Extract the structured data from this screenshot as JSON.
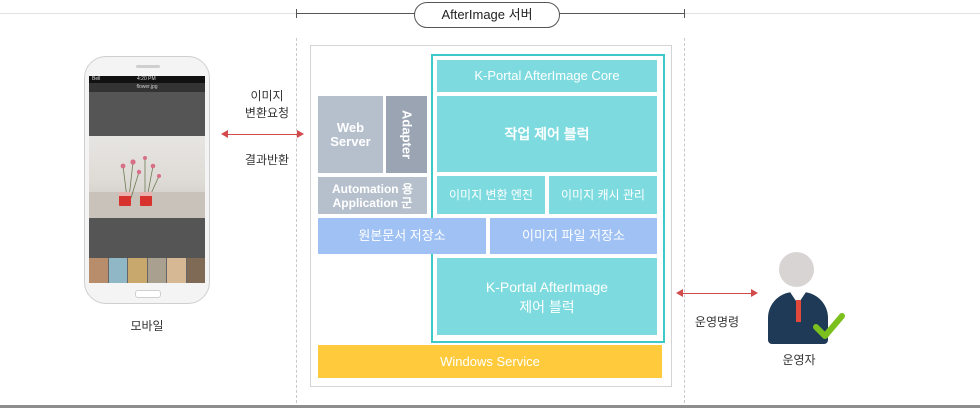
{
  "title": "AfterImage 서버",
  "mobile": {
    "label": "모바일",
    "status_left": "Bell",
    "status_time": "4:20 PM",
    "file_name": "flower.jpg"
  },
  "request_label_1": "이미지",
  "request_label_2": "변환요청",
  "response_label": "결과반환",
  "server": {
    "web_server_1": "Web",
    "web_server_2": "Server",
    "adapter": "Adapter",
    "automation_1": "Automation 용",
    "automation_2": "Application 군",
    "core_title": "K-Portal AfterImage Core",
    "job_control": "작업 제어 블럭",
    "image_engine": "이미지 변환 엔진",
    "image_cache": "이미지 캐시 관리",
    "source_storage": "원본문서 저장소",
    "image_storage": "이미지 파일 저장소",
    "control_block_1": "K-Portal AfterImage",
    "control_block_2": "제어 블럭",
    "windows_service": "Windows Service"
  },
  "operator": {
    "command_label": "운영명령",
    "label": "운영자"
  },
  "colors": {
    "cyan": "#7ddbdf",
    "teal_border": "#3ec9c9",
    "gray": "#b6c0cd",
    "blue": "#9fc1f3",
    "yellow": "#ffcb3d",
    "arrow": "#d24b4b",
    "operator_body": "#1e3a56",
    "check": "#7cc01e"
  }
}
